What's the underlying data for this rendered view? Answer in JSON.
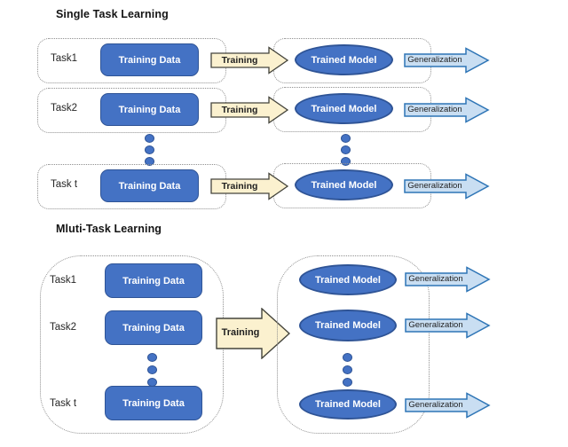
{
  "sections": {
    "single_task": {
      "title": "Single Task Learning",
      "rows": [
        {
          "task": "Task1",
          "training_data": "Training Data",
          "training": "Training",
          "trained_model": "Trained Model",
          "generalization": "Generalization"
        },
        {
          "task": "Task2",
          "training_data": "Training Data",
          "training": "Training",
          "trained_model": "Trained Model",
          "generalization": "Generalization"
        },
        {
          "task": "Task t",
          "training_data": "Training Data",
          "training": "Training",
          "trained_model": "Trained Model",
          "generalization": "Generalization"
        }
      ]
    },
    "multi_task": {
      "title": "Mluti-Task Learning",
      "rows": [
        {
          "task": "Task1",
          "training_data": "Training Data"
        },
        {
          "task": "Task2",
          "training_data": "Training Data"
        },
        {
          "task": "Task t",
          "training_data": "Training Data"
        }
      ],
      "training": "Training",
      "models": [
        {
          "trained_model": "Trained Model",
          "generalization": "Generalization"
        },
        {
          "trained_model": "Trained Model",
          "generalization": "Generalization"
        },
        {
          "trained_model": "Trained Model",
          "generalization": "Generalization"
        }
      ]
    }
  },
  "colors": {
    "shape_blue_fill": "#4472C4",
    "shape_blue_border": "#2F5496",
    "training_arrow_fill": "#FBF1CF",
    "training_arrow_border": "#44443C",
    "generalization_arrow_fill": "#C9DEF2",
    "generalization_arrow_border": "#2E75B6",
    "container_dotted_border": "#8F8F8F",
    "text_dark": "#1F1F1F"
  }
}
